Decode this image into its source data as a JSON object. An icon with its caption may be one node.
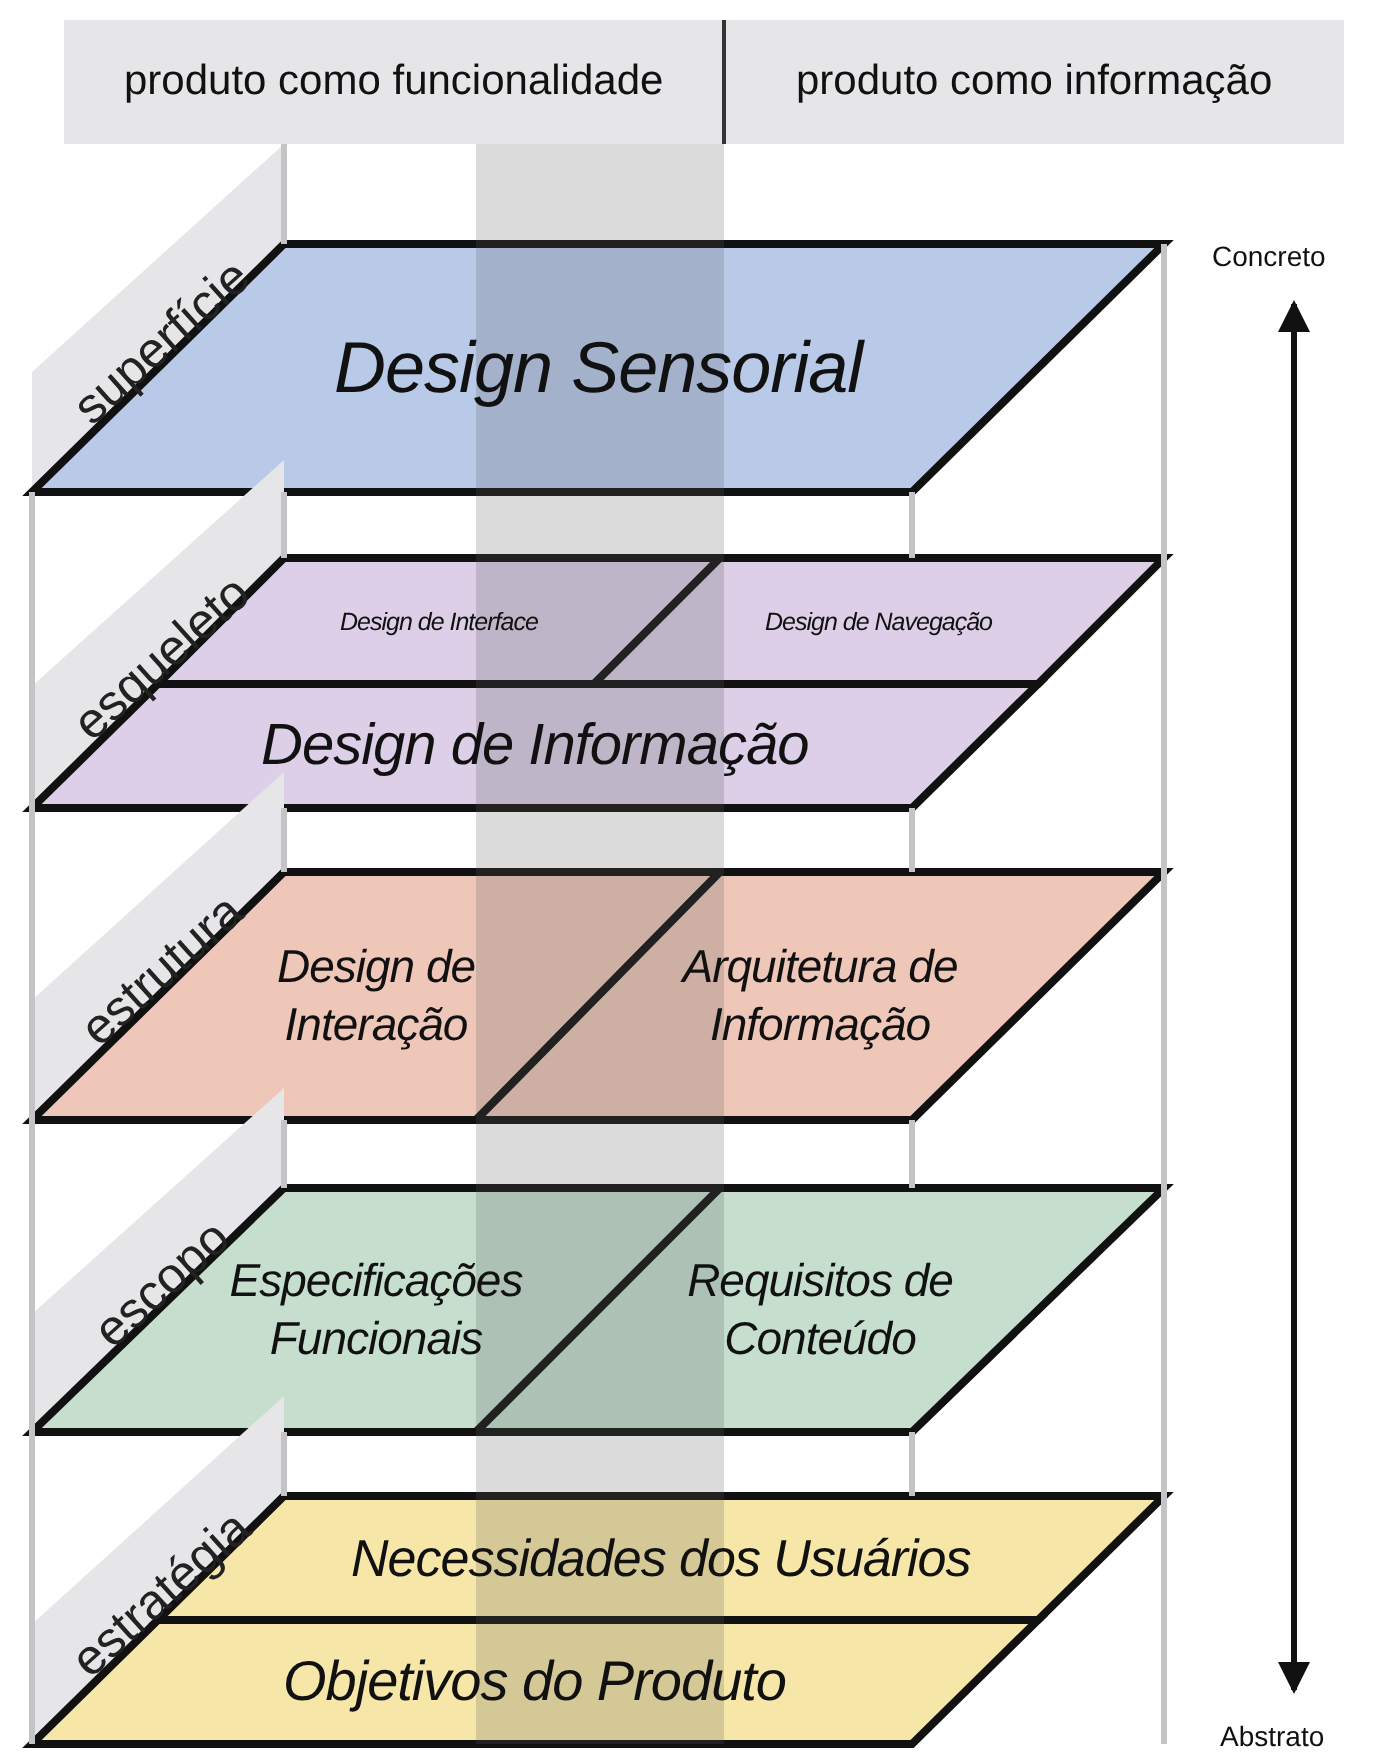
{
  "diagram": {
    "nodes": [
      {
        "text": [
          "produto como funcionalidade"
        ]
      },
      {
        "text": [
          "produto como informação"
        ]
      },
      {
        "text": [
          "superfície"
        ]
      },
      {
        "text": [
          "Design Sensorial"
        ]
      },
      {
        "text": [
          "esqueleto"
        ]
      },
      {
        "text": [
          "Design de Interface"
        ]
      },
      {
        "text": [
          "Design de Navegação"
        ]
      },
      {
        "text": [
          "Design de Informação"
        ]
      },
      {
        "text": [
          "estrutura"
        ]
      },
      {
        "text": [
          "Design de Interação"
        ]
      },
      {
        "text": [
          "Arquitetura de Informação"
        ]
      },
      {
        "text": [
          "escopo"
        ]
      },
      {
        "text": [
          "Especificações Funcionais"
        ]
      },
      {
        "text": [
          "Requisitos de Conteúdo"
        ]
      },
      {
        "text": [
          "estratégia"
        ]
      },
      {
        "text": [
          "Necessidades dos Usuários"
        ]
      },
      {
        "text": [
          "Objetivos do Produto"
        ]
      }
    ],
    "edges": [],
    "labels": [
      "Concreto",
      "Abstrato"
    ]
  }
}
